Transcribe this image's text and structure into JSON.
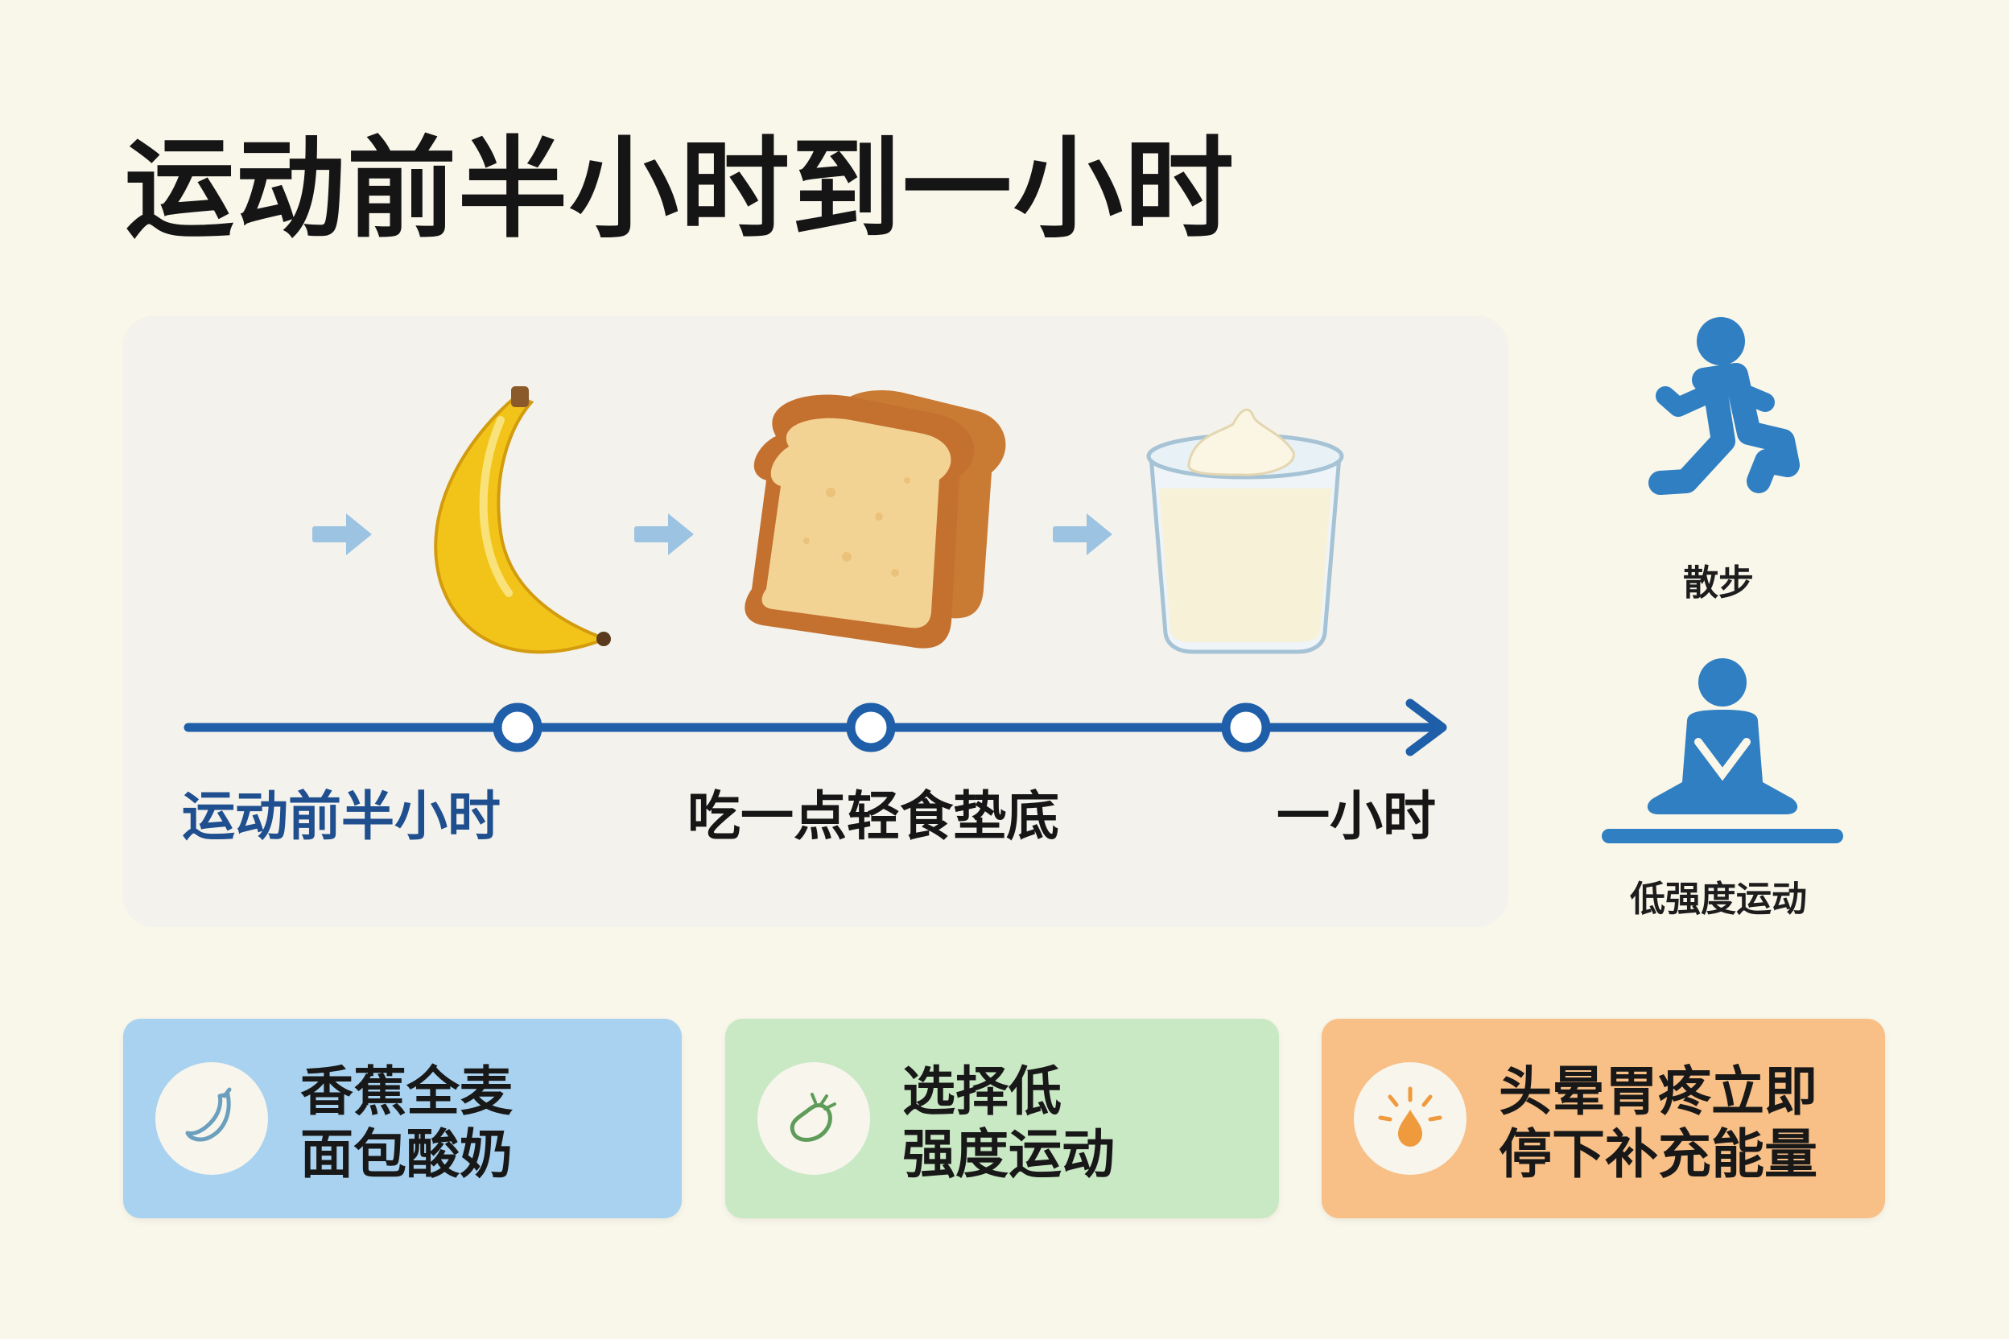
{
  "title": "运动前半小时到一小时",
  "timeline": {
    "labels": {
      "start": "运动前半小时",
      "middle": "吃一点轻食垫底",
      "end": "一小时"
    },
    "foods": [
      "banana-icon",
      "toast-icon",
      "yogurt-icon"
    ],
    "accent_color": "#1f5ea8"
  },
  "activities": [
    {
      "icon": "walking-person-icon",
      "label": "散步"
    },
    {
      "icon": "meditating-person-icon",
      "label": "低强度运动"
    }
  ],
  "cards": [
    {
      "icon": "banana-outline-icon",
      "lines": [
        "香蕉全麦",
        "面包酸奶"
      ],
      "color": "#a8d2ef"
    },
    {
      "icon": "eggplant-outline-icon",
      "lines": [
        "选择低",
        "强度运动"
      ],
      "color": "#c9e8c4"
    },
    {
      "icon": "burst-drop-icon",
      "lines": [
        "头晕胃疼立即",
        "停下补充能量"
      ],
      "color": "#f8bf86"
    }
  ]
}
